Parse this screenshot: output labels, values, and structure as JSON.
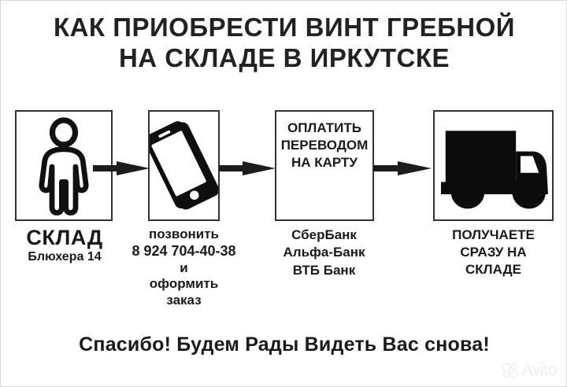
{
  "title": {
    "line1": "КАК ПРИОБРЕСТИ ВИНТ ГРЕБНОЙ",
    "line2": "НА СКЛАДЕ В ИРКУТСКЕ"
  },
  "steps": [
    {
      "id": "warehouse",
      "icon": "person-icon",
      "box_text": [],
      "caption": [
        "СКЛАД",
        "Блюхера 14"
      ]
    },
    {
      "id": "call",
      "icon": "smartphone-icon",
      "box_text": [],
      "caption": [
        "позвонить",
        "8 924 704-40-38",
        "и",
        "оформить",
        "заказ"
      ]
    },
    {
      "id": "pay",
      "icon": "text-only",
      "box_text": [
        "ОПЛАТИТЬ",
        "ПЕРЕВОДОМ",
        "НА КАРТУ"
      ],
      "caption": [
        "СберБанк",
        "Альфа-Банк",
        "ВТБ Банк"
      ]
    },
    {
      "id": "receive",
      "icon": "delivery-truck-icon",
      "box_text": [],
      "caption": [
        "ПОЛУЧАЕТЕ",
        "СРАЗУ НА",
        "СКЛАДЕ"
      ]
    }
  ],
  "arrows": [
    {
      "name": "arrow-warehouse-to-call",
      "direction": "right"
    },
    {
      "name": "arrow-call-to-pay",
      "direction": "right"
    },
    {
      "name": "arrow-pay-to-receive",
      "direction": "right"
    }
  ],
  "footer": {
    "text": "Спасибо! Будем Рады Видеть Вас снова!"
  },
  "watermark": {
    "text": "Avito",
    "logo": "avito-dots-logo"
  },
  "colors": {
    "ink": "#1a1a1a",
    "title": "#222222",
    "box_border": "#333333",
    "background": "#ffffff",
    "watermark": "#e3e3e3"
  }
}
